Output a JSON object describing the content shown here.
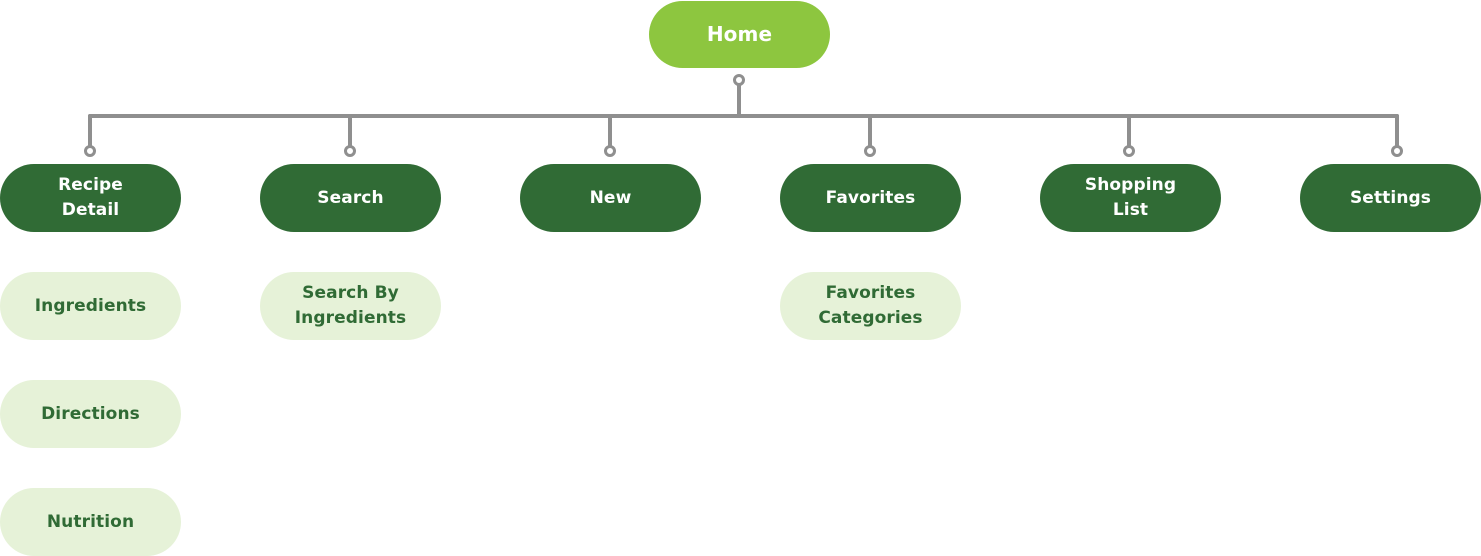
{
  "diagram": {
    "root": {
      "label": "Home"
    },
    "sections": [
      {
        "label": "Recipe\nDetail",
        "children": [
          {
            "label": "Ingredients"
          },
          {
            "label": "Directions"
          },
          {
            "label": "Nutrition"
          }
        ]
      },
      {
        "label": "Search",
        "children": [
          {
            "label": "Search By\nIngredients"
          }
        ]
      },
      {
        "label": "New",
        "children": []
      },
      {
        "label": "Favorites",
        "children": [
          {
            "label": "Favorites\nCategories"
          }
        ]
      },
      {
        "label": "Shopping\nList",
        "children": []
      },
      {
        "label": "Settings",
        "children": []
      }
    ]
  },
  "colors": {
    "root_fill": "#8dc63f",
    "section_fill": "#306b35",
    "child_fill": "#e6f2d8",
    "child_text": "#306b35",
    "connector": "#8f8f8f"
  }
}
